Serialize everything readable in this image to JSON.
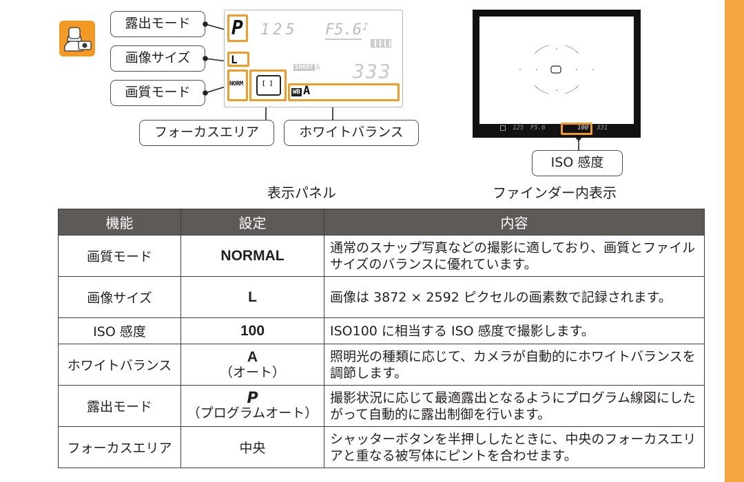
{
  "callouts": {
    "exposure_mode": "露出モード",
    "image_size": "画像サイズ",
    "image_quality": "画質モード",
    "focus_area": "フォーカスエリア",
    "white_balance": "ホワイトバランス",
    "iso": "ISO 感度"
  },
  "lcd": {
    "mode": "P",
    "shutter": "125",
    "aperture": "F5.6",
    "note": "♪",
    "size": "L",
    "shoot": "SHOOT",
    "shoot_a": "A",
    "count": "333",
    "quality": "NORM",
    "af_bracket": "[ ]",
    "wb_badge": "WB",
    "wb_value": "A"
  },
  "viewfinder": {
    "center_af": "[ ]",
    "shutter": "125",
    "aperture": "F5.6",
    "iso": "100",
    "count": "331"
  },
  "captions": {
    "panel": "表示パネル",
    "finder": "ファインダー内表示"
  },
  "table": {
    "headers": [
      "機能",
      "設定",
      "内容"
    ],
    "rows": [
      {
        "function": "画質モード",
        "setting": "NORMAL",
        "setting_sub": "",
        "content": "通常のスナップ写真などの撮影に適しており、画質とファイルサイズのバランスに優れています。"
      },
      {
        "function": "画像サイズ",
        "setting": "L",
        "setting_sub": "",
        "content": "画像は 3872 × 2592 ピクセルの画素数で記録されます。"
      },
      {
        "function": "ISO 感度",
        "setting": "100",
        "setting_sub": "",
        "content": "ISO100 に相当する ISO 感度で撮影します。"
      },
      {
        "function": "ホワイトバランス",
        "setting": "A",
        "setting_sub": "（オート）",
        "content": "照明光の種類に応じて、カメラが自動的にホワイトバランスを調節します。"
      },
      {
        "function": "露出モード",
        "setting": "P",
        "setting_sub": "（プログラムオート）",
        "content": "撮影状況に応じて最適露出となるようにプログラム線図にしたがって自動的に露出制御を行います。"
      },
      {
        "function": "フォーカスエリア",
        "setting": "中央",
        "setting_sub": "",
        "content": "シャッターボタンを半押ししたときに、中央のフォーカスエリアと重なる被写体にピントを合わせます。"
      }
    ]
  }
}
